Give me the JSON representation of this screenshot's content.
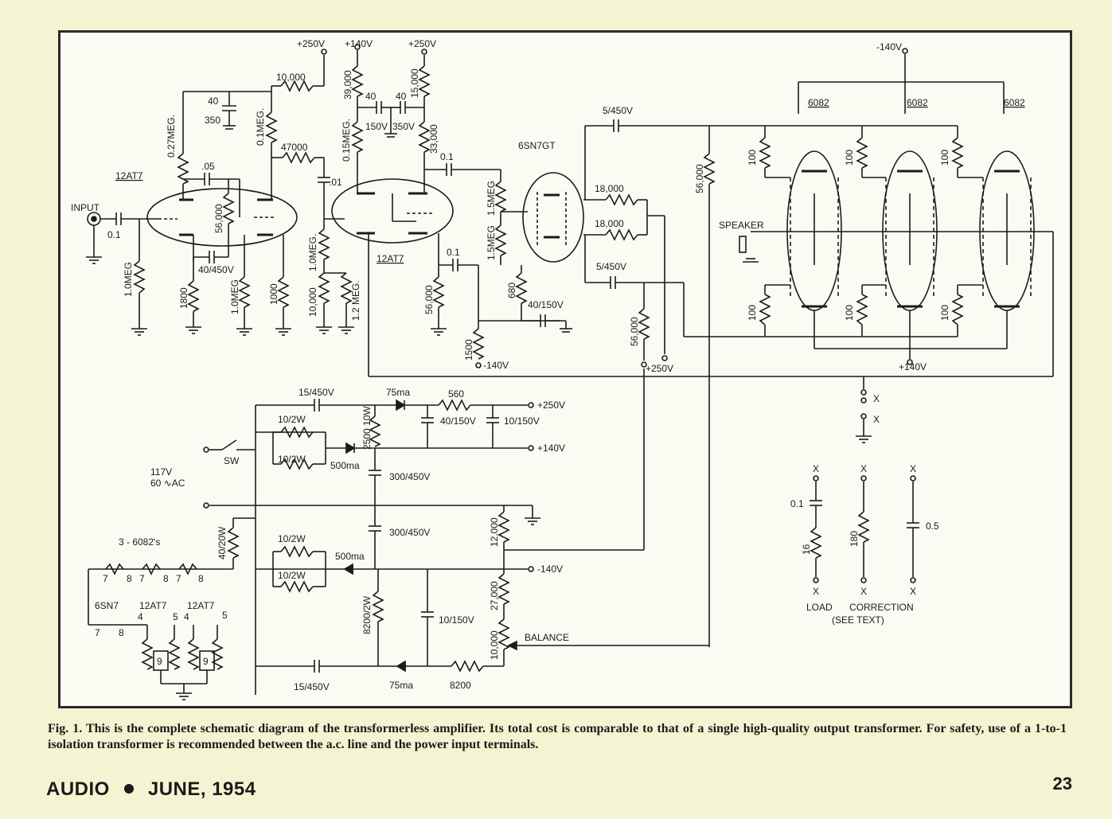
{
  "figure": {
    "caption": "Fig. 1. This is the complete schematic diagram of the transformerless amplifier. Its total cost is comparable to that of a single high-quality output transformer. For safety, use of a 1-to-1 isolation transformer is recommended between the a.c. line and the power input terminals."
  },
  "footer": {
    "magazine": "AUDIO",
    "issue": "JUNE, 1954",
    "page": "23"
  },
  "labels": {
    "rail_250_top": "+250V",
    "rail_140_top": "+140V",
    "rail_250_b": "+250V",
    "rail_neg140_top": "-140V",
    "r_10000_top": "10,000",
    "c_40": "40",
    "c_350": "350",
    "r_027meg": "0.27MEG.",
    "r_01meg": "0.1MEG.",
    "r_47000": "47000",
    "c_05": ".05",
    "c_01_a": ".01",
    "tube_12at7_a": "12AT7",
    "input": "INPUT",
    "c_01_in": "0.1",
    "r_56000_a": "56,000",
    "c_40_450": "40/450V",
    "r_10meg_grid": "1.0MEG",
    "r_1800": "1800",
    "r_10meg_b": "1.0MEG",
    "r_1000": "1000",
    "r_39000": "39,000",
    "r_015meg": "0.15MEG.",
    "c_40_b": "40",
    "c_150v": "150V",
    "c_40_c": "40",
    "c_350v": "350V",
    "r_15000": "15,000",
    "r_33000": "33,000",
    "c_01_b": "0.1",
    "r_10meg_c": "1.0MEG.",
    "r_10000_b": "10,000",
    "r_12meg": "1.2 MEG.",
    "tube_12at7_b": "12AT7",
    "c_01_c": "0.1",
    "r_56000_b": "56,000",
    "r_1500": "1500",
    "rail_neg140_b": "-140V",
    "tube_6sn7gt": "6SN7GT",
    "r_15meg_a": "1.5MEG",
    "r_15meg_b": "1.5MEG",
    "r_680": "680",
    "c_40_150v": "40/150V",
    "c_5_450v_a": "5/450V",
    "r_18000_a": "18,000",
    "r_18000_b": "18,000",
    "c_5_450v_b": "5/450V",
    "r_56000_c": "56,000",
    "rail_250_c": "+250V",
    "r_56000_d": "56,000",
    "tube_6082_a": "6082",
    "tube_6082_b": "6082",
    "tube_6082_c": "6082",
    "r_100_a": "100",
    "r_100_b": "100",
    "r_100_c": "100",
    "r_100_d": "100",
    "r_100_e": "100",
    "r_100_f": "100",
    "speaker": "SPEAKER",
    "rail_140_bot": "+140V",
    "x_1": "X",
    "x_2": "X",
    "ps_c_15_450v_a": "15/450V",
    "ps_75ma_a": "75ma",
    "ps_560": "560",
    "ps_out_250": "+250V",
    "ps_10_2w_a": "10/2W",
    "ps_2500_10w": "2500 10W",
    "ps_c_40_150v": "40/150V",
    "ps_c_10_150v_a": "10/150V",
    "ps_10_2w_b": "10/2W",
    "ps_sw": "SW",
    "ps_out_140": "+140V",
    "ps_500ma_a": "500ma",
    "ps_c_300_450v_a": "300/450V",
    "ps_117v": "117V",
    "ps_60ac": "60 ∿AC",
    "ps_40_20w": "40/20W",
    "ps_3_6082s": "3 - 6082's",
    "ps_12000": "12,000",
    "ps_c_300_450v_b": "300/450V",
    "ps_10_2w_c": "10/2W",
    "ps_500ma_b": "500ma",
    "ps_out_neg140": "-140V",
    "ps_10_2w_d": "10/2W",
    "ps_27000": "27,000",
    "ps_6sn7": "6SN7",
    "ps_12at7_a": "12AT7",
    "ps_12at7_b": "12AT7",
    "ps_8200_2w": "8200/2W",
    "ps_c_10_150v_b": "10/150V",
    "ps_10000": "10,000",
    "ps_balance": "BALANCE",
    "ps_c_15_450v_b": "15/450V",
    "ps_75ma_b": "75ma",
    "ps_8200": "8200",
    "load_x_top1": "X",
    "load_x_top2": "X",
    "load_x_top3": "X",
    "load_c_01": "0.1",
    "load_16": "16",
    "load_180": "180",
    "load_c_05": "0.5",
    "load_x_bot1": "X",
    "load_x_bot2": "X",
    "load_x_bot3": "X",
    "load_load": "LOAD",
    "load_correction": "CORRECTION",
    "load_see_text": "(SEE TEXT)"
  },
  "heater_pins": [
    "7",
    "8",
    "7",
    "8",
    "7",
    "8",
    "7",
    "8",
    "4",
    "5",
    "4",
    "5",
    "9",
    "9"
  ]
}
